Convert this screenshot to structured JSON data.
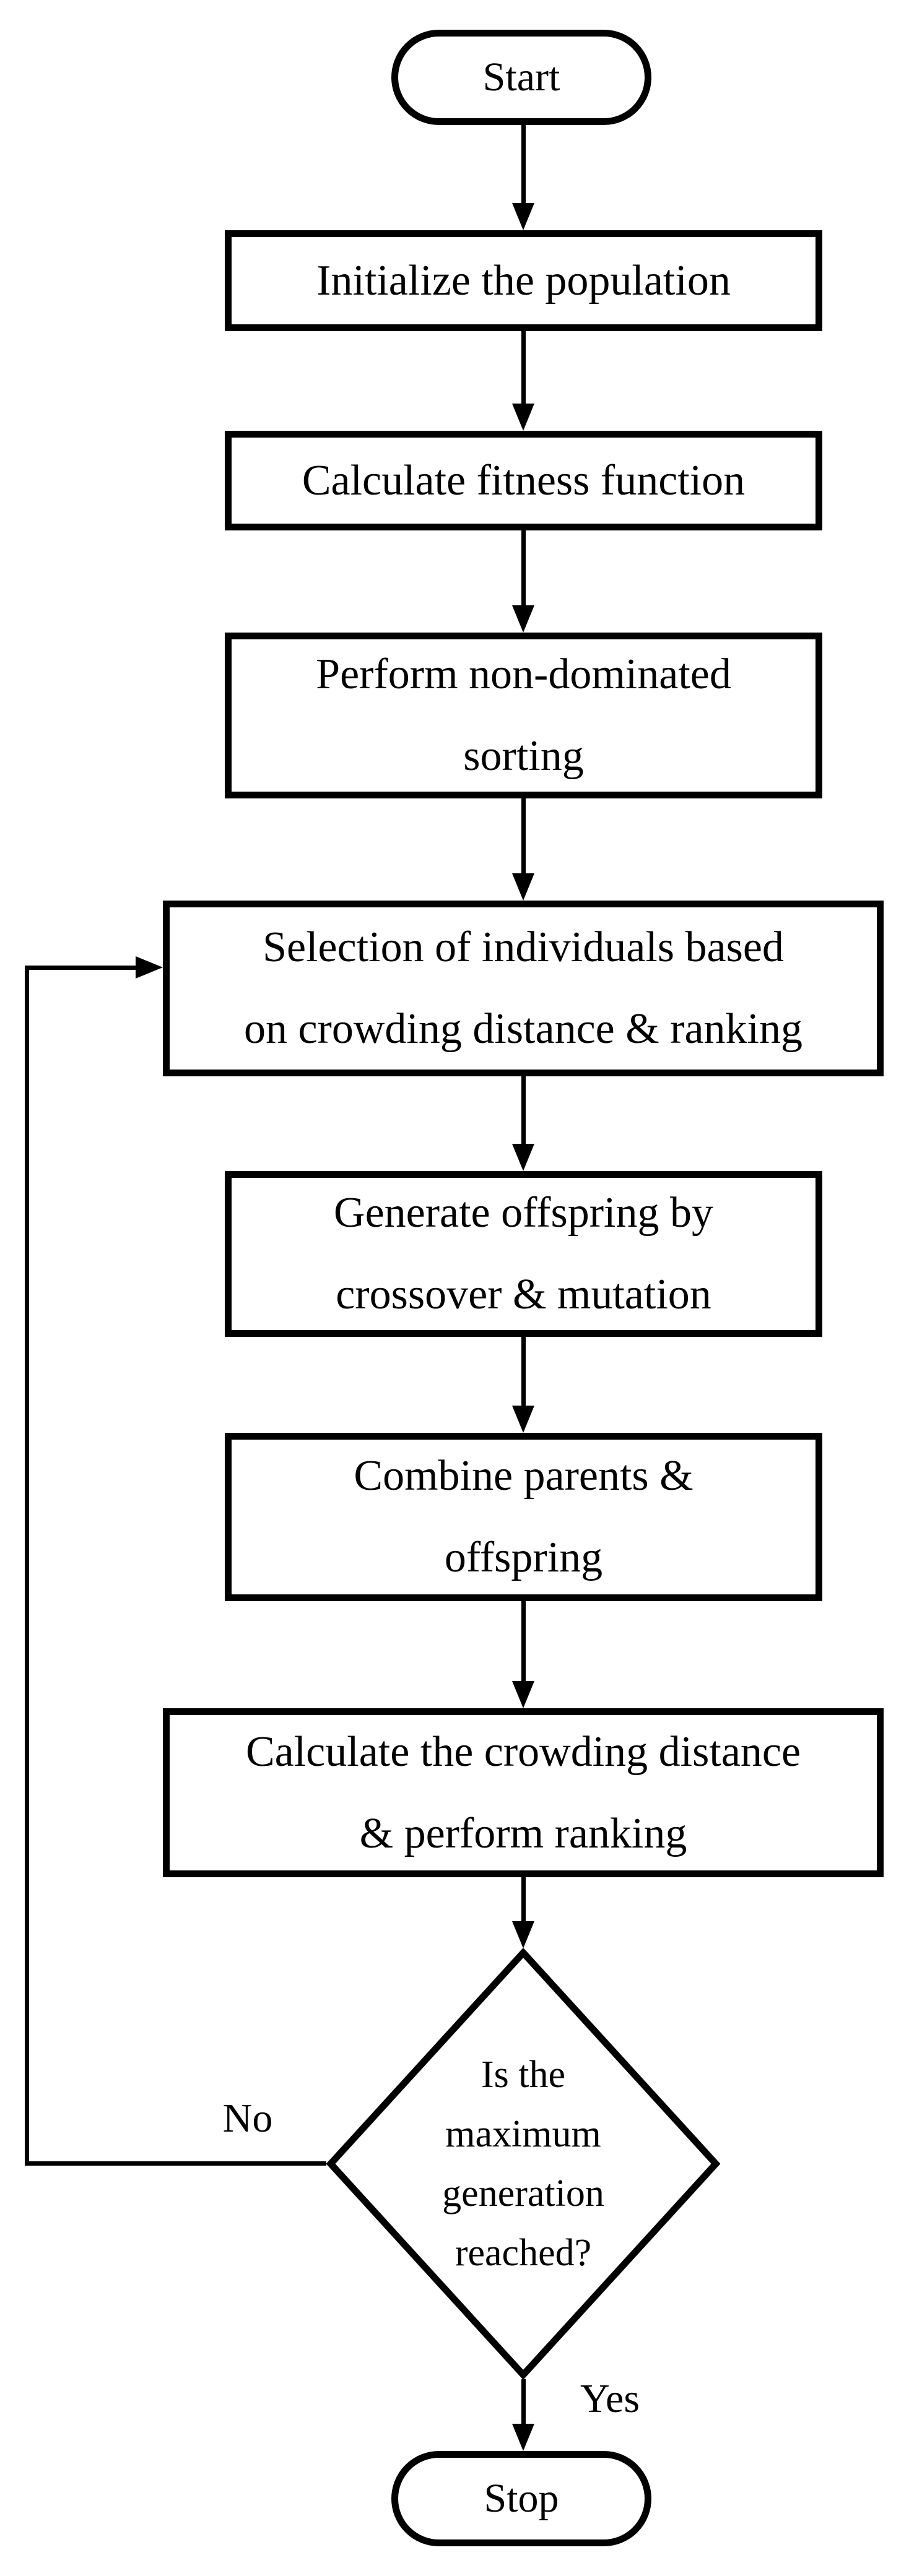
{
  "flowchart": {
    "title_hint": "NSGA-II genetic algorithm flowchart",
    "colors": {
      "stroke": "#000000",
      "text": "#000000",
      "background": "#ffffff"
    },
    "nodes": {
      "start": {
        "shape": "terminator",
        "label": "Start"
      },
      "init": {
        "shape": "process",
        "label": "Initialize the population"
      },
      "fitness": {
        "shape": "process",
        "label": "Calculate fitness function"
      },
      "sorting": {
        "shape": "process",
        "lines": [
          "Perform non-dominated",
          "sorting"
        ]
      },
      "selection": {
        "shape": "process",
        "lines": [
          "Selection of individuals based",
          "on crowding distance & ranking"
        ]
      },
      "offspring": {
        "shape": "process",
        "lines": [
          "Generate offspring by",
          "crossover & mutation"
        ]
      },
      "combine": {
        "shape": "process",
        "lines": [
          "Combine parents &",
          "offspring"
        ]
      },
      "crowding": {
        "shape": "process",
        "lines": [
          "Calculate the crowding distance",
          "& perform ranking"
        ]
      },
      "decision": {
        "shape": "decision",
        "lines": [
          "Is the",
          "maximum",
          "generation",
          "reached?"
        ]
      },
      "stop": {
        "shape": "terminator",
        "label": "Stop"
      }
    },
    "edge_labels": {
      "no": "No",
      "yes": "Yes"
    }
  }
}
